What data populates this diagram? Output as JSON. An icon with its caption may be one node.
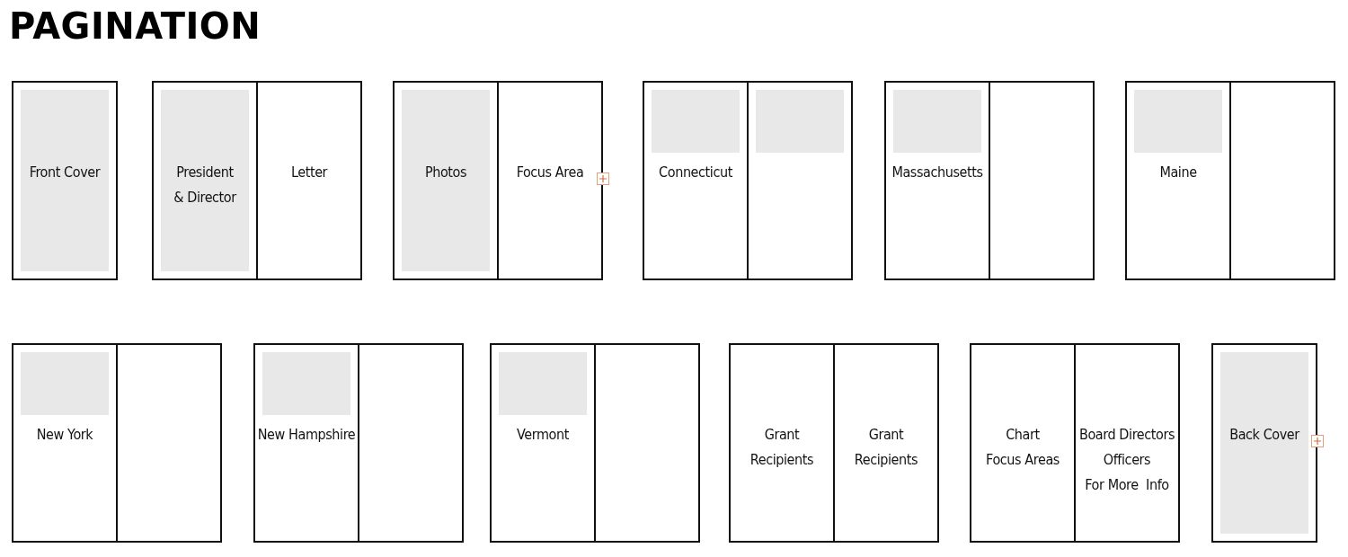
{
  "diagram": {
    "title": "PAGINATION",
    "nodes": [
      {
        "text": [
          "Front Cover"
        ]
      },
      {
        "text": [
          "President & Director"
        ]
      },
      {
        "text": [
          "Letter"
        ]
      },
      {
        "text": [
          "Photos"
        ]
      },
      {
        "text": [
          "Focus Area"
        ]
      },
      {
        "text": [
          "Connecticut"
        ]
      },
      {
        "text": [],
        "shape": "box"
      },
      {
        "text": [
          "Massachusetts"
        ]
      },
      {
        "text": [],
        "shape": "box"
      },
      {
        "text": [
          "Maine"
        ]
      },
      {
        "text": [],
        "shape": "box"
      },
      {
        "text": [
          "New York"
        ]
      },
      {
        "text": [],
        "shape": "box"
      },
      {
        "text": [
          "New Hampshire"
        ]
      },
      {
        "text": [],
        "shape": "box"
      },
      {
        "text": [
          "Vermont"
        ]
      },
      {
        "text": [],
        "shape": "box"
      },
      {
        "text": [
          "Grant Recipients"
        ]
      },
      {
        "text": [
          "Grant Recipients"
        ]
      },
      {
        "text": [
          "Chart",
          "Focus Areas"
        ]
      },
      {
        "text": [
          "Board Directors",
          "Officers",
          "For More  Info"
        ]
      },
      {
        "text": [
          "Back Cover"
        ]
      }
    ]
  }
}
